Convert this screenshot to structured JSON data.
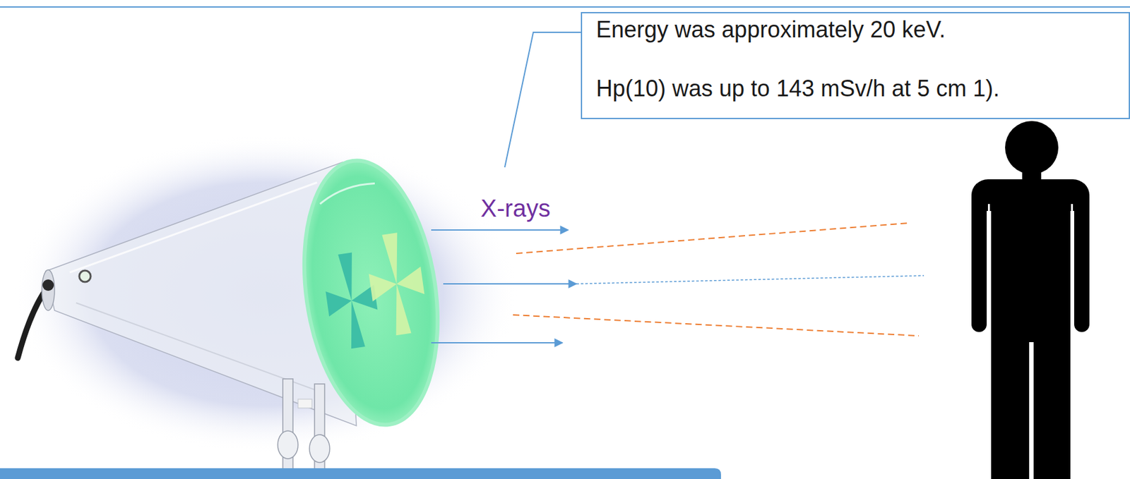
{
  "diagram": {
    "nodes": [
      {
        "text": [
          "Energy was approximately 20 keV.",
          "Hp(10) was up to 143 mSv/h at 5 cm 1)."
        ]
      }
    ],
    "labels": [
      "X-rays"
    ]
  }
}
